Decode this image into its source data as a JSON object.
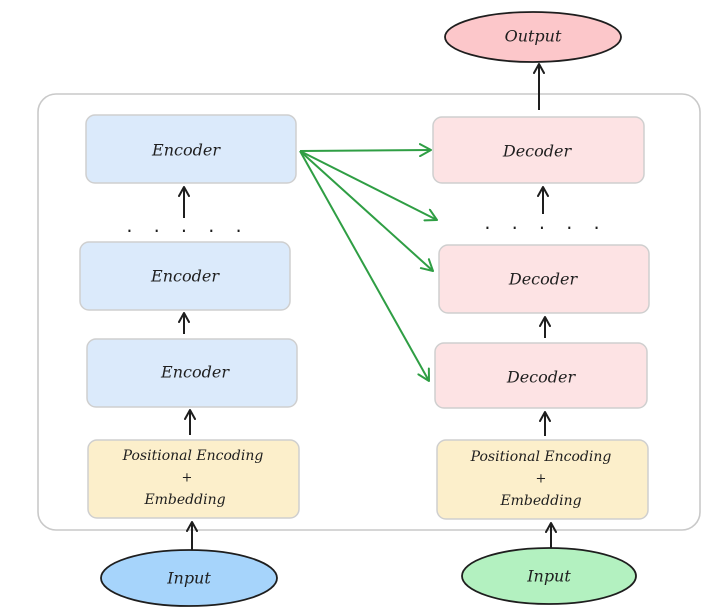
{
  "colors": {
    "encoder_fill": "#dbeafb",
    "decoder_fill": "#fde3e4",
    "embedding_fill": "#fcefcb",
    "output_fill": "#fcc7ca",
    "input_left_fill": "#a6d4fb",
    "input_right_fill": "#b3f1c0",
    "stroke": "#1e1e1e",
    "box_border": "#cfcfcf",
    "container_border": "#c9c9c9",
    "cross_arrow": "#2f9e44"
  },
  "output": {
    "label": "Output"
  },
  "encoder_stack": {
    "encoders": [
      {
        "label": "Encoder"
      },
      {
        "label": "Encoder"
      },
      {
        "label": "Encoder"
      }
    ],
    "ellipsis": ". . . . .",
    "embedding": {
      "line1": "Positional Encoding",
      "line2": "+",
      "line3": "Embedding"
    },
    "input": {
      "label": "Input"
    }
  },
  "decoder_stack": {
    "decoders": [
      {
        "label": "Decoder"
      },
      {
        "label": "Decoder"
      },
      {
        "label": "Decoder"
      }
    ],
    "ellipsis": ". . . . .",
    "embedding": {
      "line1": "Positional Encoding",
      "line2": "+",
      "line3": "Embedding"
    },
    "input": {
      "label": "Input"
    }
  }
}
